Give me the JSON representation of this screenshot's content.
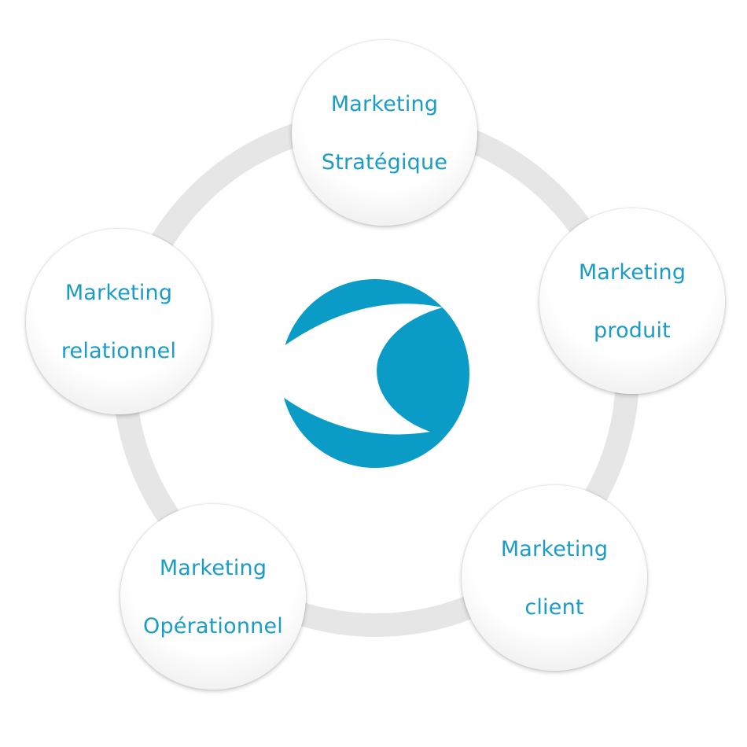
{
  "diagram": {
    "type": "cycle",
    "center": {
      "logo": "swoosh-logo-icon"
    },
    "nodes": [
      {
        "line1": "Marketing",
        "line2": "Stratégique"
      },
      {
        "line1": "Marketing",
        "line2": "produit"
      },
      {
        "line1": "Marketing",
        "line2": "client"
      },
      {
        "line1": "Marketing",
        "line2": "Opérationnel"
      },
      {
        "line1": "Marketing",
        "line2": "relationnel"
      }
    ]
  },
  "colors": {
    "accent": "#1a9cc9",
    "ring": "#e6e6e6",
    "logo": "#0a9cc6"
  }
}
